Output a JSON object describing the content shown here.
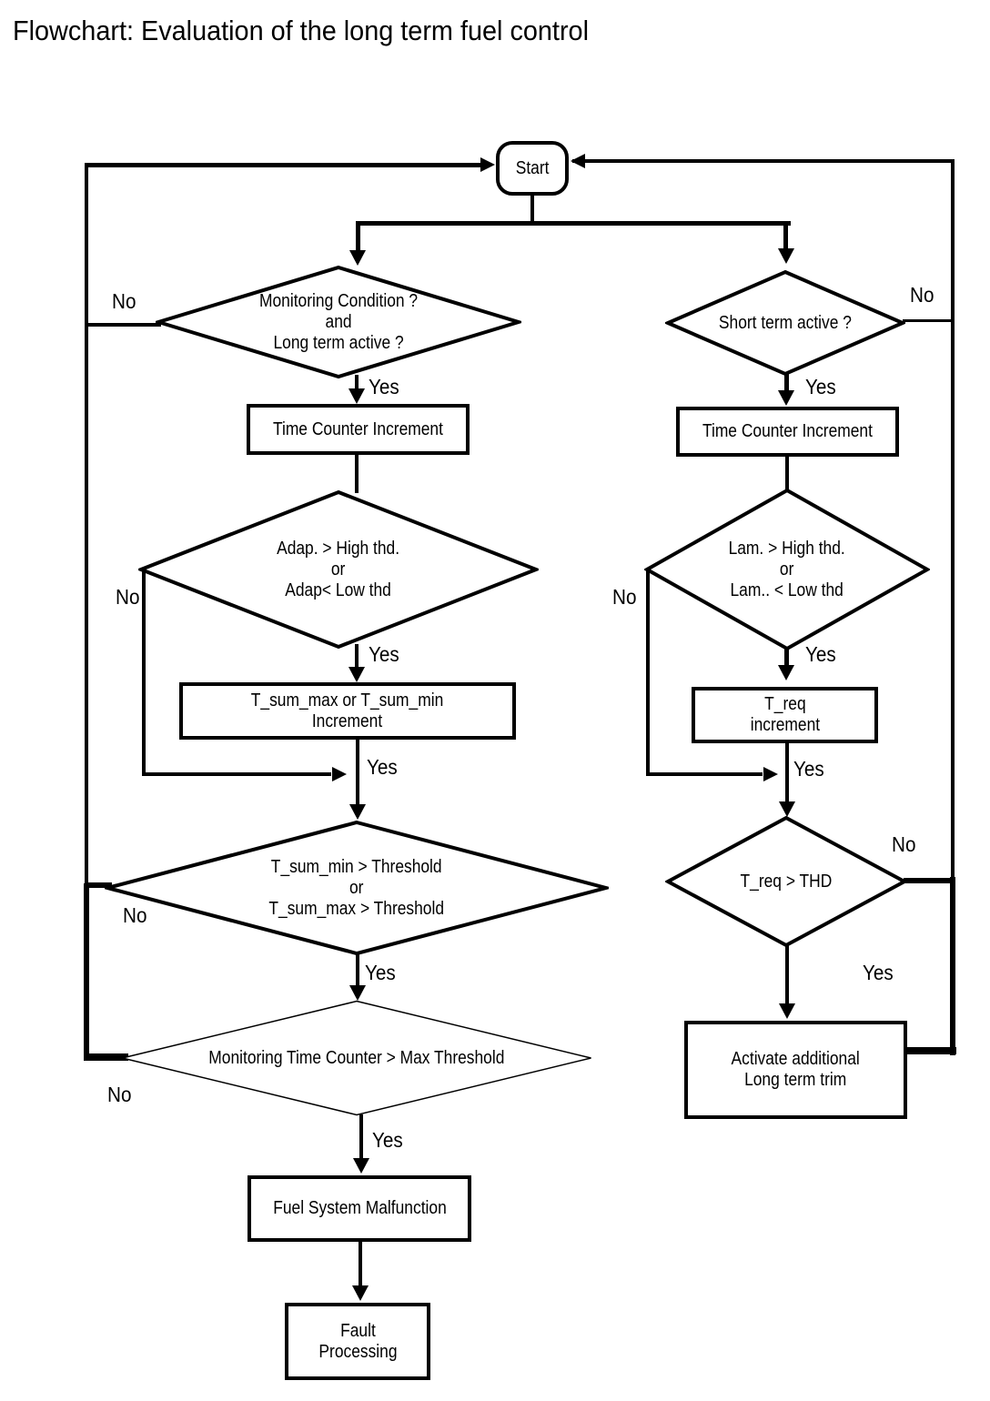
{
  "title": "Flowchart: Evaluation of the long term fuel control",
  "labels": {
    "yes": "Yes",
    "no": "No"
  },
  "nodes": {
    "start": "Start",
    "left": {
      "d1": "Monitoring  Condition ?\nand\nLong term active ?",
      "box1": "Time Counter Increment",
      "d2": "Adap. > High thd.\nor\nAdap< Low thd",
      "box2": "T_sum_max or  T_sum_min\nIncrement",
      "d3": "T_sum_min > Threshold\nor\nT_sum_max > Threshold",
      "d4": "Monitoring Time Counter > Max Threshold",
      "box3": "Fuel System Malfunction",
      "box4": "Fault\nProcessing"
    },
    "right": {
      "d1": "Short term active ?",
      "box1": "Time Counter Increment",
      "d2": "Lam. > High thd.\nor\nLam.. < Low thd",
      "box2": "T_req\nincrement",
      "d3": "T_req > THD",
      "box3": "Activate additional\nLong term trim"
    }
  },
  "colors": {
    "line": "#000000",
    "background": "#ffffff",
    "text": "#000000"
  }
}
